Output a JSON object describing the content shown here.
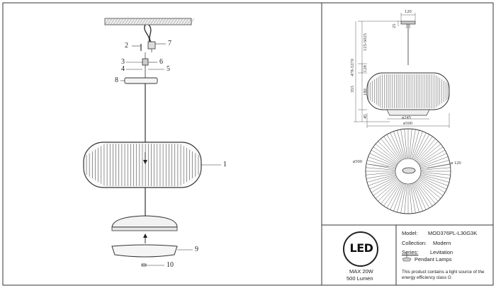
{
  "left_callouts": {
    "c1": "1",
    "c2": "2",
    "c3": "3",
    "c4": "4",
    "c5": "5",
    "c6": "6",
    "c7": "7",
    "c8": "8",
    "c9": "9",
    "c10": "10"
  },
  "top_view_dims": {
    "d120_top": "120",
    "d25": "25",
    "d125_5025": "125-5025",
    "d478_5370": "478-5370",
    "d128": "128",
    "d353": "353",
    "d180": "180",
    "d45": "45",
    "d245": "ø245",
    "d500_w": "ø500",
    "d500_plan": "ø500",
    "d120_plan": "ø 120"
  },
  "led": {
    "logo": "LED",
    "power": "MAX 20W",
    "lumen": "500 Lumen"
  },
  "spec": {
    "model_label": "Model:",
    "model_value": "MOD376PL-L30G3K",
    "collection_label": "Collection:",
    "collection_value": "Modern",
    "series_label": "Series:",
    "series_value": "Levitation",
    "category_value": "Pendant Lamps",
    "energy_note": "This product contains a light source of the energy efficiency class G"
  }
}
